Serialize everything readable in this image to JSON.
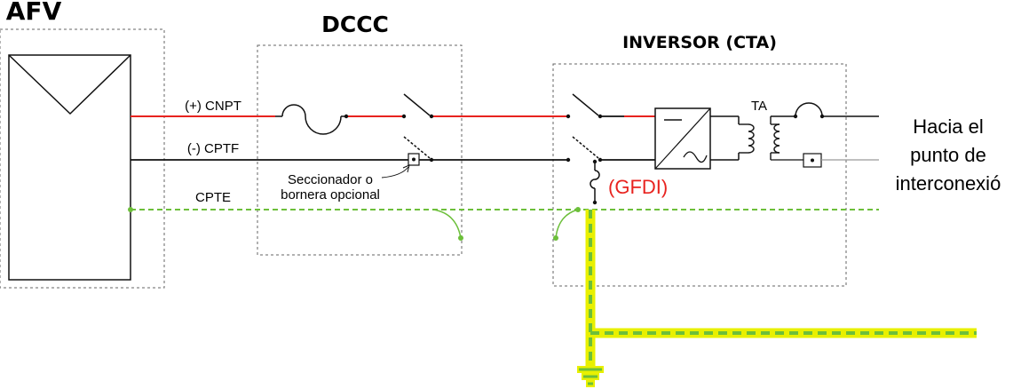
{
  "titles": {
    "afv": "AFV",
    "dccc": "DCCC",
    "inversor": "INVERSOR (CTA)"
  },
  "labels": {
    "cnpt": "(+) CNPT",
    "cptf": "(-) CPTF",
    "cpte": "CPTE",
    "seccionador_line1": "Seccionador o",
    "seccionador_line2": "bornera opcional",
    "gfdi": "(GFDI)",
    "ta": "TA",
    "hacia_line1": "Hacia el",
    "hacia_line2": "punto de",
    "hacia_line3": "interconexió"
  },
  "colors": {
    "positive_conductor": "#e8231f",
    "negative_conductor": "#111111",
    "ground_conductor": "#6cbf3a",
    "ground_highlight": "#e8f000",
    "gfdi_text": "#e8231f"
  }
}
